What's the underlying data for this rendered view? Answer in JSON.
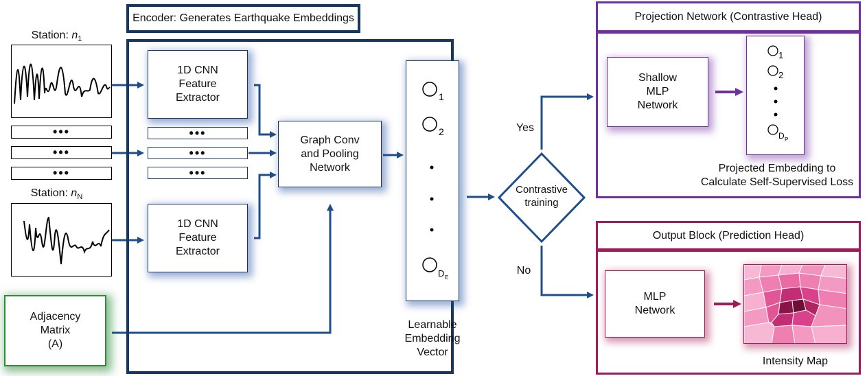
{
  "encoder": {
    "title": "Encoder: Generates Earthquake Embeddings",
    "station1_label": "Station: ",
    "station1_var": "n",
    "station1_sub": "1",
    "stationN_label": "Station: ",
    "stationN_var": "n",
    "stationN_sub": "N",
    "ellipsis": "•••",
    "cnn_top": [
      "1D CNN",
      "Feature",
      "Extractor"
    ],
    "cnn_bottom": [
      "1D CNN",
      "Feature",
      "Extractor"
    ],
    "graph_conv": [
      "Graph Conv",
      "and Pooling",
      "Network"
    ],
    "adjacency": [
      "Adjacency",
      "Matrix",
      "(A)"
    ],
    "embedding_caption": [
      "Learnable",
      "Embedding",
      "Vector"
    ],
    "embedding_subs": [
      "1",
      "2",
      "E"
    ],
    "embedding_last_main": "D"
  },
  "decision": {
    "label": [
      "Contrastive",
      "training"
    ],
    "yes": "Yes",
    "no": "No"
  },
  "projection": {
    "title": "Projection Network (Contrastive Head)",
    "mlp": [
      "Shallow",
      "MLP",
      "Network"
    ],
    "caption": [
      "Projected Embedding to",
      "Calculate Self-Supervised Loss"
    ],
    "subs": [
      "1",
      "2",
      "P"
    ],
    "last_main": "D"
  },
  "output": {
    "title": "Output Block (Prediction Head)",
    "mlp": [
      "MLP",
      "Network"
    ],
    "caption": "Intensity Map"
  },
  "colors": {
    "navy": "#17375e",
    "arrow_blue": "#1f4e8c",
    "purple": "#7030a0",
    "magenta": "#a3195b",
    "green": "#2e8b39"
  }
}
